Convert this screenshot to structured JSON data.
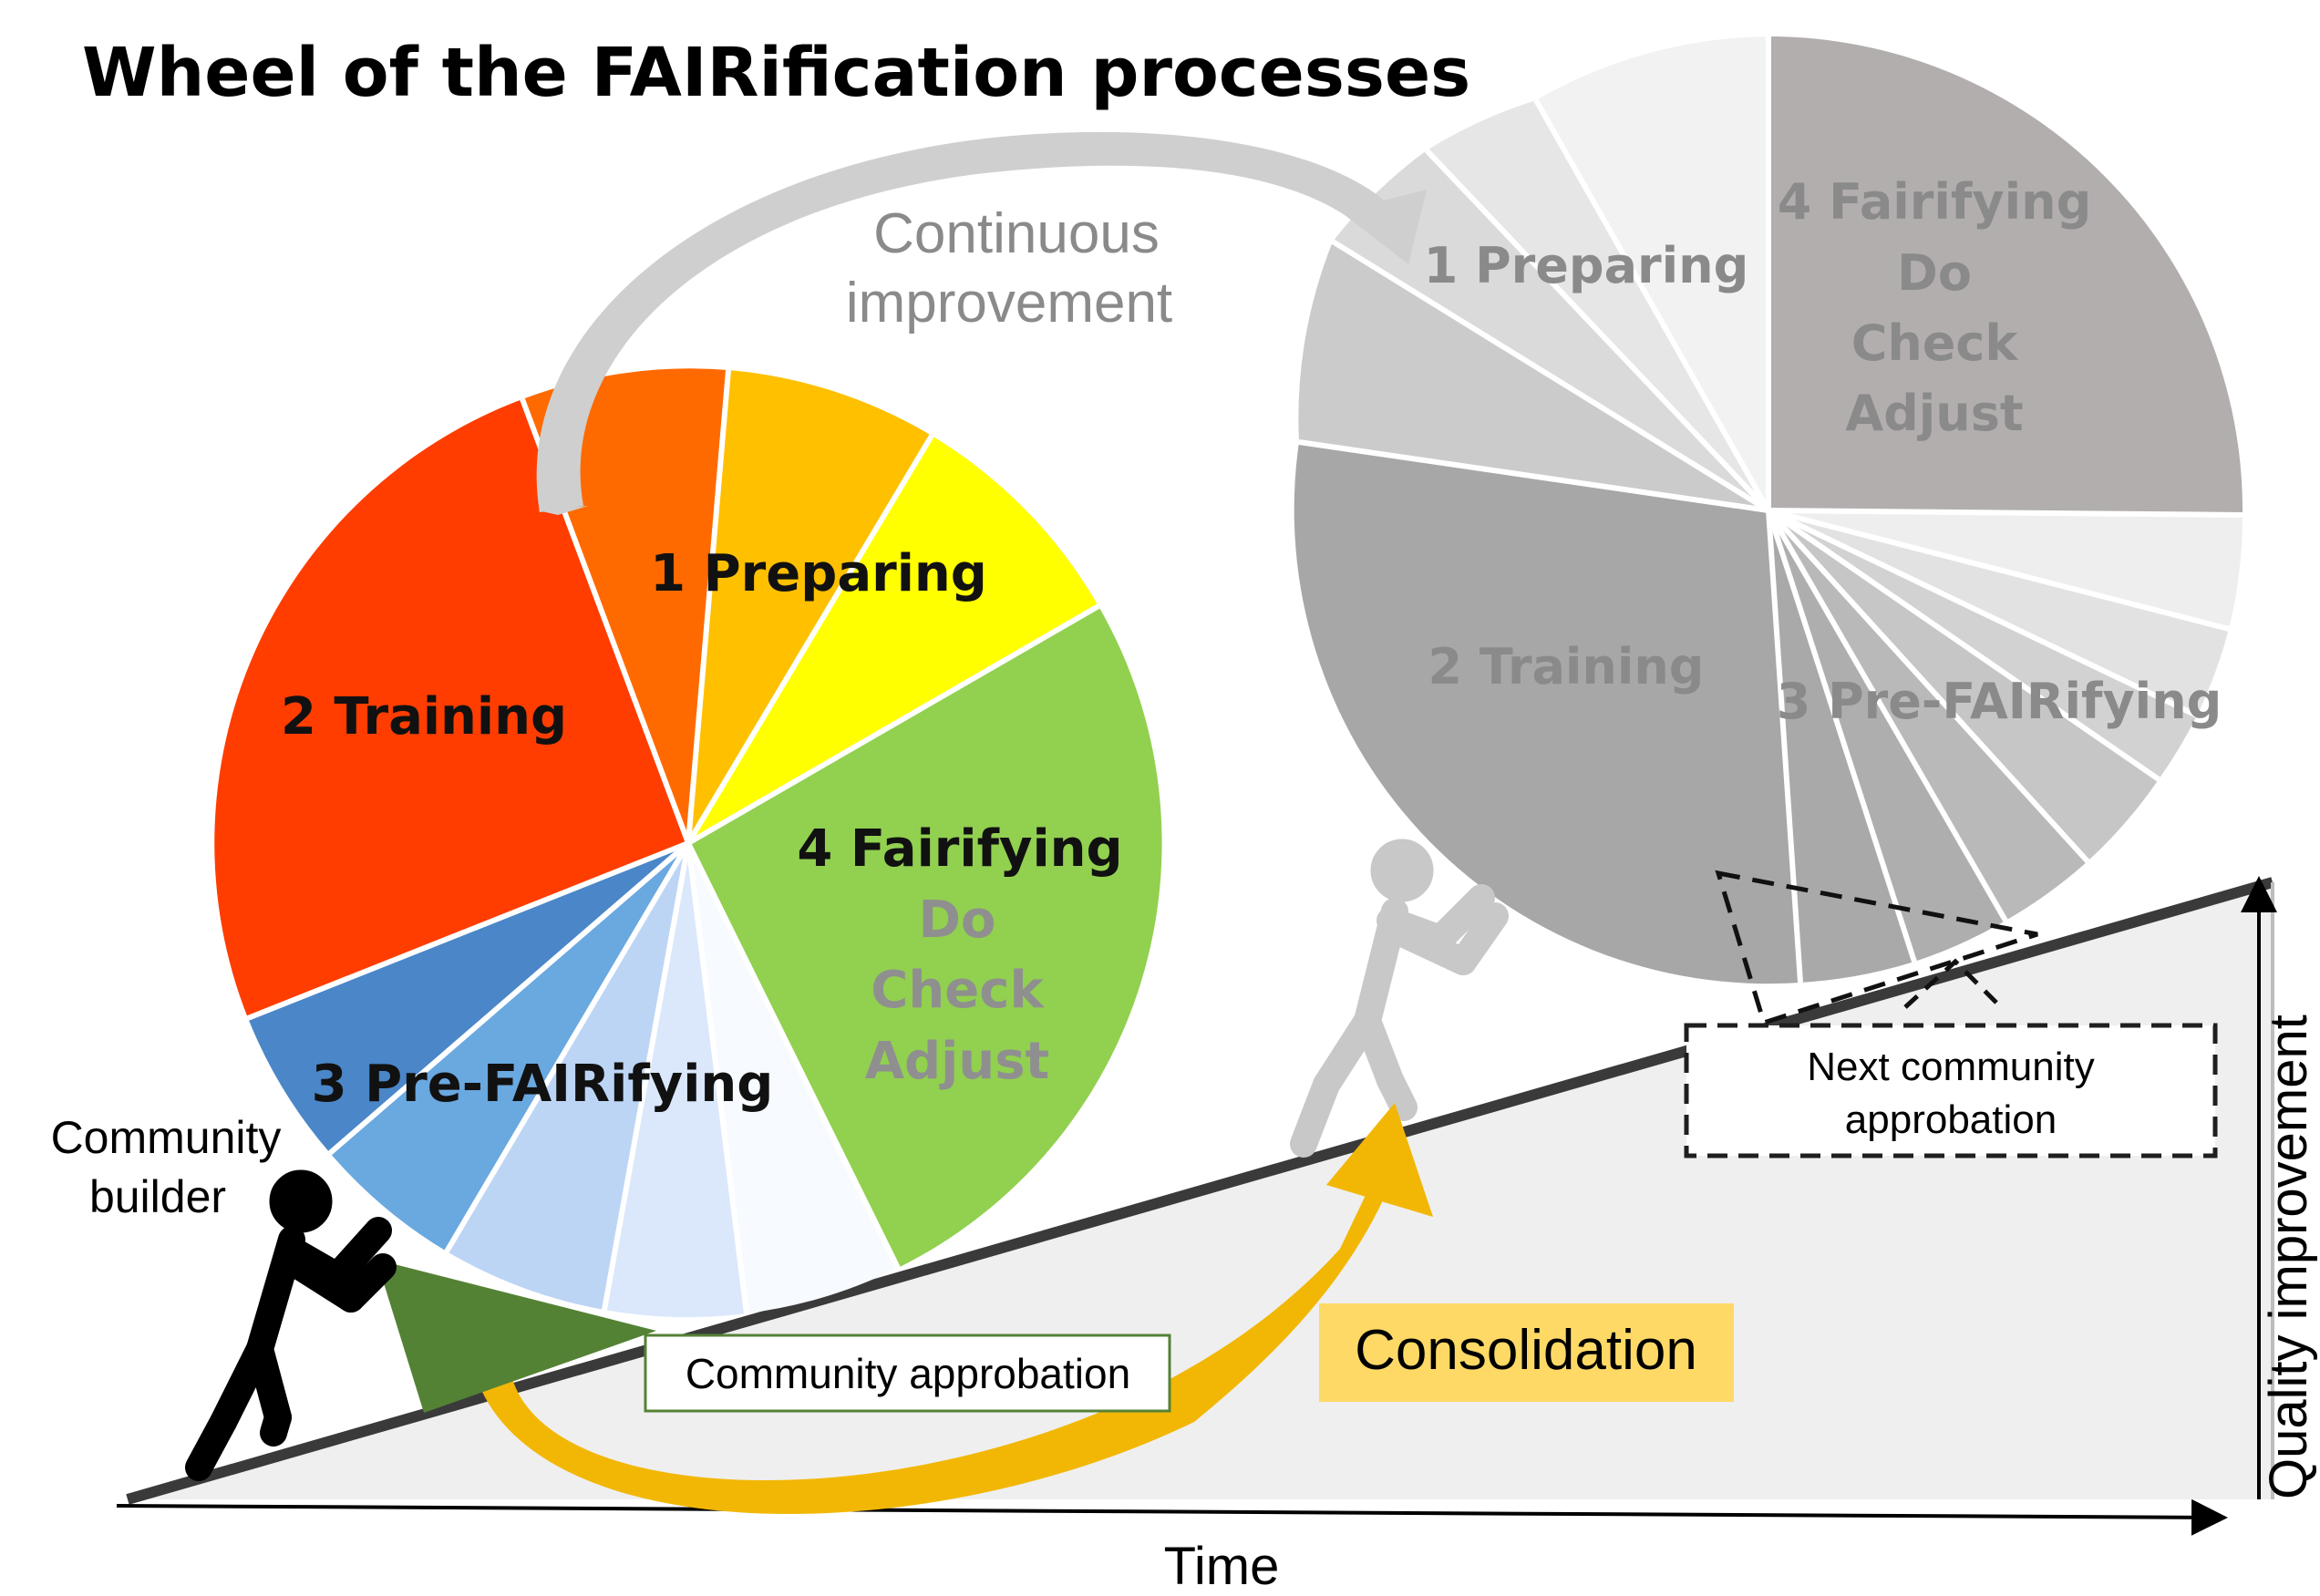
{
  "title": "Wheel of the FAIRification processes",
  "arc_label_line1": "Continuous",
  "arc_label_line2": "improvement",
  "left_wheel": {
    "preparing": "1 Preparing",
    "training": "2 Training",
    "prefair": "3 Pre-FAIRifying",
    "fairifying": "4 Fairifying",
    "pdca": [
      "Do",
      "Check",
      "Adjust"
    ]
  },
  "right_wheel": {
    "preparing": "1 Preparing",
    "training": "2 Training",
    "prefair": "3 Pre-FAIRifying",
    "fairifying": "4 Fairifying",
    "pdca": [
      "Do",
      "Check",
      "Adjust"
    ]
  },
  "community_builder_line1": "Community",
  "community_builder_line2": "builder",
  "community_approbation": "Community approbation",
  "next_approbation_line1": "Next community",
  "next_approbation_line2": "approbation",
  "consolidation": "Consolidation",
  "x_axis_label": "Time",
  "y_axis_label": "Quality improvement",
  "colors": {
    "training_red": "#ff3d00",
    "orange": "#ff6a00",
    "amber": "#ffc000",
    "yellow": "#ffff00",
    "green": "#92d050",
    "dark_green": "#548235",
    "blue_dark": "#4a86c8",
    "blue_mid": "#6aa8e0",
    "consolidation_fill": "#ffd966",
    "consolidation_arrow": "#f2b705",
    "wedge_gray": "#efefef"
  }
}
